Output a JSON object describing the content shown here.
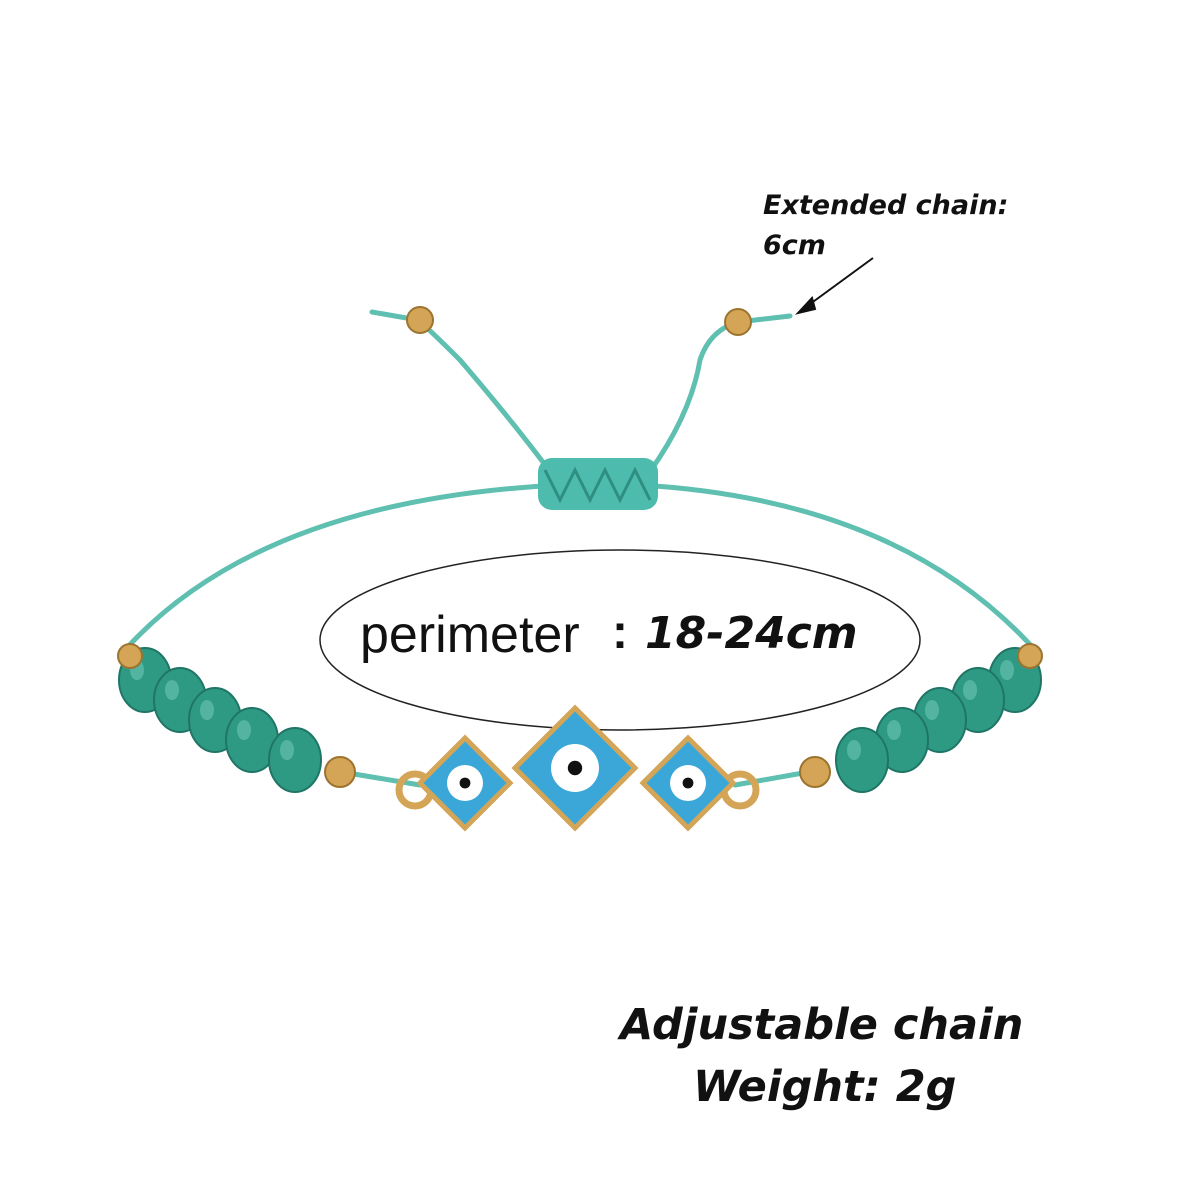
{
  "annotations": {
    "extended_chain_label": "Extended chain:",
    "extended_chain_value": "6cm",
    "perimeter_label": "perimeter",
    "perimeter_separator": ":",
    "perimeter_value": "18-24cm",
    "adjustable": "Adjustable chain",
    "weight": "Weight: 2g"
  },
  "colors": {
    "cord": "#5fbfb0",
    "bead": "#2f9a84",
    "gold": "#d4a556",
    "enamel": "#3ba7d9"
  }
}
